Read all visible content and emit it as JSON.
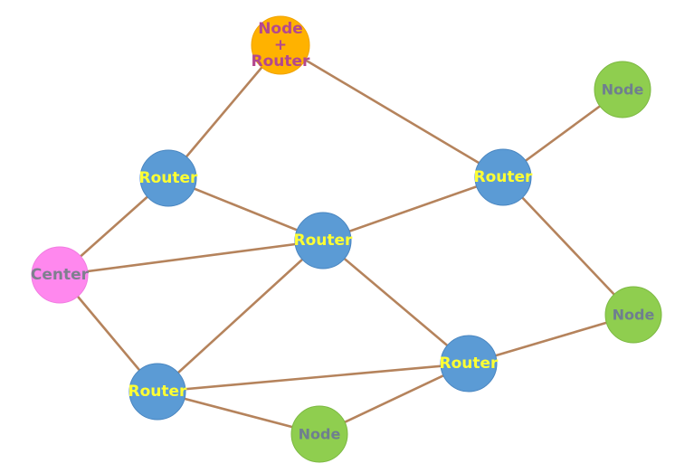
{
  "colors": {
    "edge": "#b5835c",
    "router_fill": "#5b9bd5",
    "router_label": "#ffff33",
    "node_fill": "#8fce4f",
    "node_label": "#6f7f8f",
    "center_fill": "#ff88ee",
    "center_label": "#7f7f8f",
    "hybrid_fill": "#ffb200",
    "hybrid_label": "#b3488f"
  },
  "nodes": [
    {
      "id": "hybrid",
      "kind": "hybrid",
      "lines": [
        "Node",
        "+",
        "Router"
      ]
    },
    {
      "id": "router-1",
      "kind": "router",
      "lines": [
        "Router"
      ]
    },
    {
      "id": "router-2",
      "kind": "router",
      "lines": [
        "Router"
      ]
    },
    {
      "id": "router-3",
      "kind": "router",
      "lines": [
        "Router"
      ]
    },
    {
      "id": "router-4",
      "kind": "router",
      "lines": [
        "Router"
      ]
    },
    {
      "id": "router-5",
      "kind": "router",
      "lines": [
        "Router"
      ]
    },
    {
      "id": "center",
      "kind": "center",
      "lines": [
        "Center"
      ]
    },
    {
      "id": "node-1",
      "kind": "node",
      "lines": [
        "Node"
      ]
    },
    {
      "id": "node-2",
      "kind": "node",
      "lines": [
        "Node"
      ]
    },
    {
      "id": "node-3",
      "kind": "node",
      "lines": [
        "Node"
      ]
    }
  ],
  "edges": [
    [
      "hybrid",
      "router-1"
    ],
    [
      "hybrid",
      "router-2"
    ],
    [
      "router-2",
      "node-1"
    ],
    [
      "router-2",
      "node-2"
    ],
    [
      "router-1",
      "router-3"
    ],
    [
      "router-2",
      "router-3"
    ],
    [
      "router-1",
      "center"
    ],
    [
      "center",
      "router-3"
    ],
    [
      "center",
      "router-4"
    ],
    [
      "router-3",
      "router-4"
    ],
    [
      "router-3",
      "router-5"
    ],
    [
      "router-4",
      "router-5"
    ],
    [
      "router-5",
      "node-2"
    ],
    [
      "router-4",
      "node-3"
    ],
    [
      "router-5",
      "node-3"
    ]
  ]
}
